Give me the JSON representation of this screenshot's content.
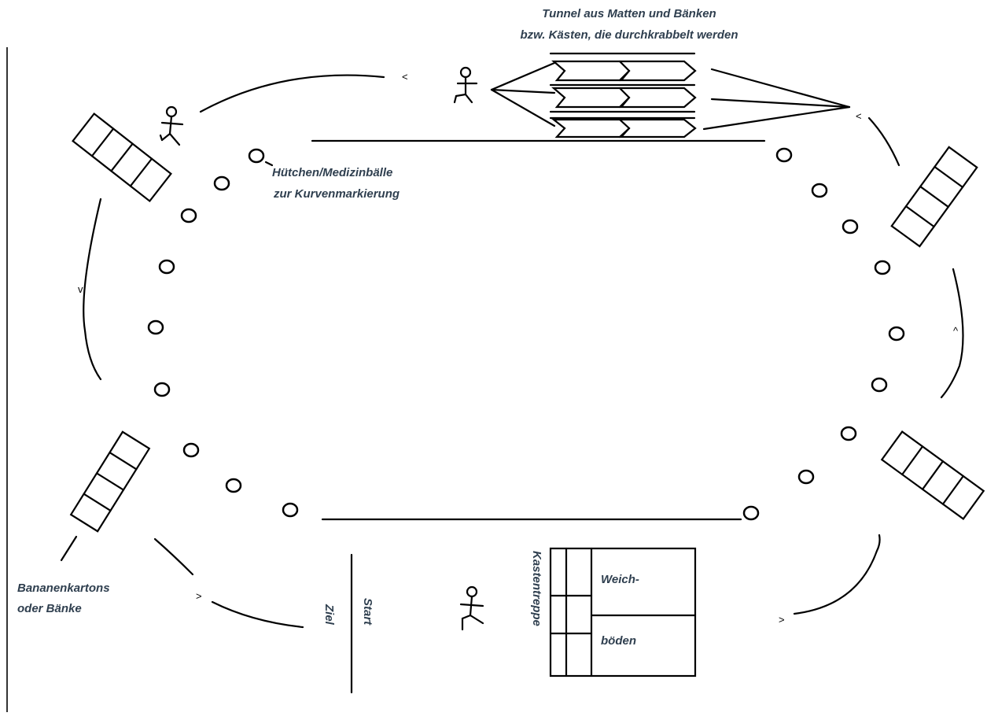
{
  "labels": {
    "tunnel_line1": "Tunnel aus Matten und Bänken",
    "tunnel_line2": "bzw. Kästen, die durchkrabbelt werden",
    "cones_line1": "Hütchen/Medizinbälle",
    "cones_line2": "zur Kurvenmarkierung",
    "boxes_line1": "Bananenkartons",
    "boxes_line2": "oder Bänke",
    "start": "Start",
    "finish": "Ziel",
    "stairs": "Kastentreppe",
    "mats_line1": "Weich-",
    "mats_line2": "böden"
  },
  "arrows": {
    "top": "<",
    "top_right": "<",
    "left": "v",
    "right": "^",
    "bottom_left": ">",
    "bottom_right": ">"
  }
}
